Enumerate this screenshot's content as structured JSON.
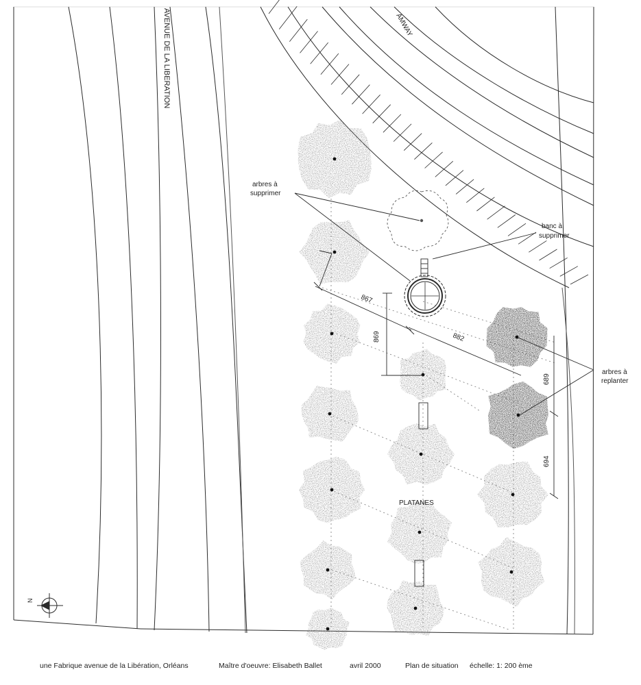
{
  "labels": {
    "avenue": "AVENUE DE LA LIBERATION",
    "tramway": "AMWAY",
    "trees_remove_1": "arbres à",
    "trees_remove_2": "supprimer",
    "bench_remove_1": "banc à",
    "bench_remove_2": "supprimer",
    "trees_replant_1": "arbres à",
    "trees_replant_2": "replanter",
    "platanes": "PLATANES",
    "north": "N"
  },
  "dimensions": {
    "d1": "867",
    "d2": "869",
    "d3": "882",
    "d4": "689",
    "d5": "694"
  },
  "footer": {
    "project": "une Fabrique avenue de la Libération, Orléans",
    "architect": "Maître d'oeuvre: Elisabeth Ballet",
    "date": "avril 2000",
    "sheet": "Plan de situation",
    "scale": "échelle:   1: 200 ème"
  },
  "colors": {
    "line": "#2a2a2a",
    "tree": "#8a8a8a",
    "tree_replant": "#3c3c3c",
    "dotted": "#777777"
  }
}
